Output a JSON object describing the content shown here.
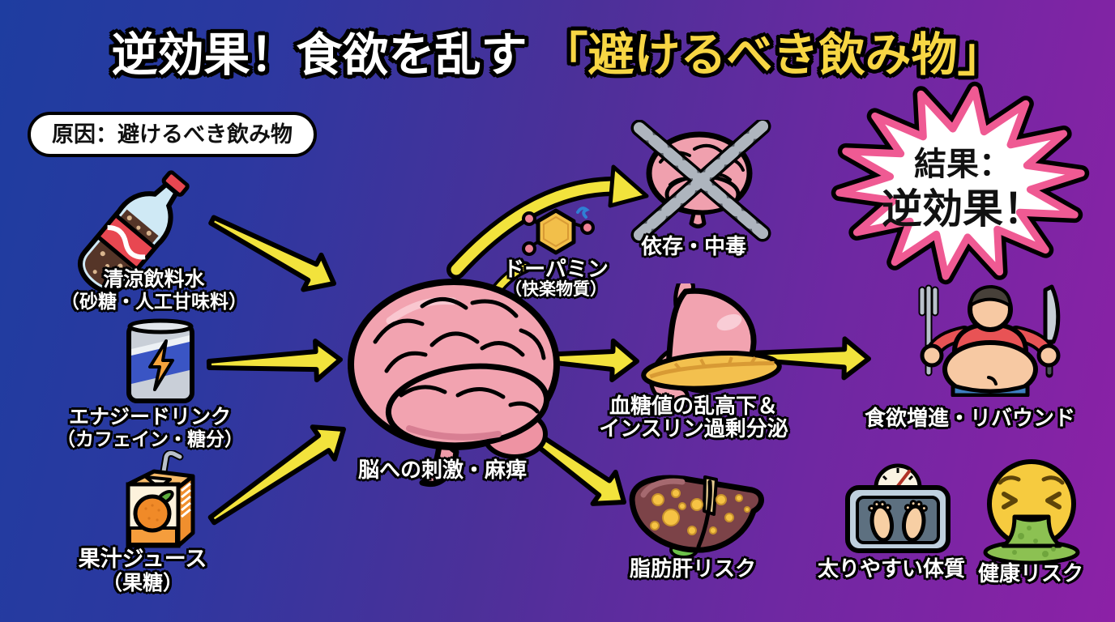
{
  "title": {
    "prefix": "逆効果！食欲を乱す",
    "highlight": "「避けるべき飲み物」"
  },
  "cause_badge": "原因：避けるべき飲み物",
  "drinks": [
    {
      "name": "清涼飲料水",
      "detail": "（砂糖・人工甘味料）",
      "icon": "cola-bottle-icon"
    },
    {
      "name": "エナジードリンク",
      "detail": "（カフェイン・糖分）",
      "icon": "energy-drink-icon"
    },
    {
      "name": "果汁ジュース",
      "detail": "（果糖）",
      "icon": "juice-box-icon"
    }
  ],
  "brain": {
    "caption": "脳への刺激・麻痺",
    "icon": "brain-icon"
  },
  "dopamine": {
    "name": "ドーパミン",
    "detail": "（快楽物質）",
    "icon": "dopamine-molecule-icon"
  },
  "effects": {
    "addiction": {
      "caption": "依存・中毒",
      "icon": "chained-brain-icon"
    },
    "blood_sugar": {
      "line1": "血糖値の乱高下＆",
      "line2": "インスリン過剰分泌",
      "icon": "stomach-pancreas-icon"
    },
    "fatty_liver": {
      "caption": "脂肪肝リスク",
      "icon": "fatty-liver-icon"
    }
  },
  "outcomes": {
    "appetite": {
      "caption": "食欲増進・リバウンド",
      "icon": "overeating-person-icon"
    },
    "body_type": {
      "caption": "太りやすい体質",
      "icon": "weight-scale-icon"
    },
    "health": {
      "caption": "健康リスク",
      "icon": "nausea-emoji-icon"
    }
  },
  "result_burst": {
    "line1": "結果：",
    "line2": "逆効果！"
  },
  "colors": {
    "bg_left": "#1e3da0",
    "bg_mid": "#4c3099",
    "bg_right": "#8c21a6",
    "arrow_yellow": "#f2e33c",
    "burst_border": "#ef5a93",
    "title_highlight": "#f7d644",
    "text_outline": "#000000"
  }
}
